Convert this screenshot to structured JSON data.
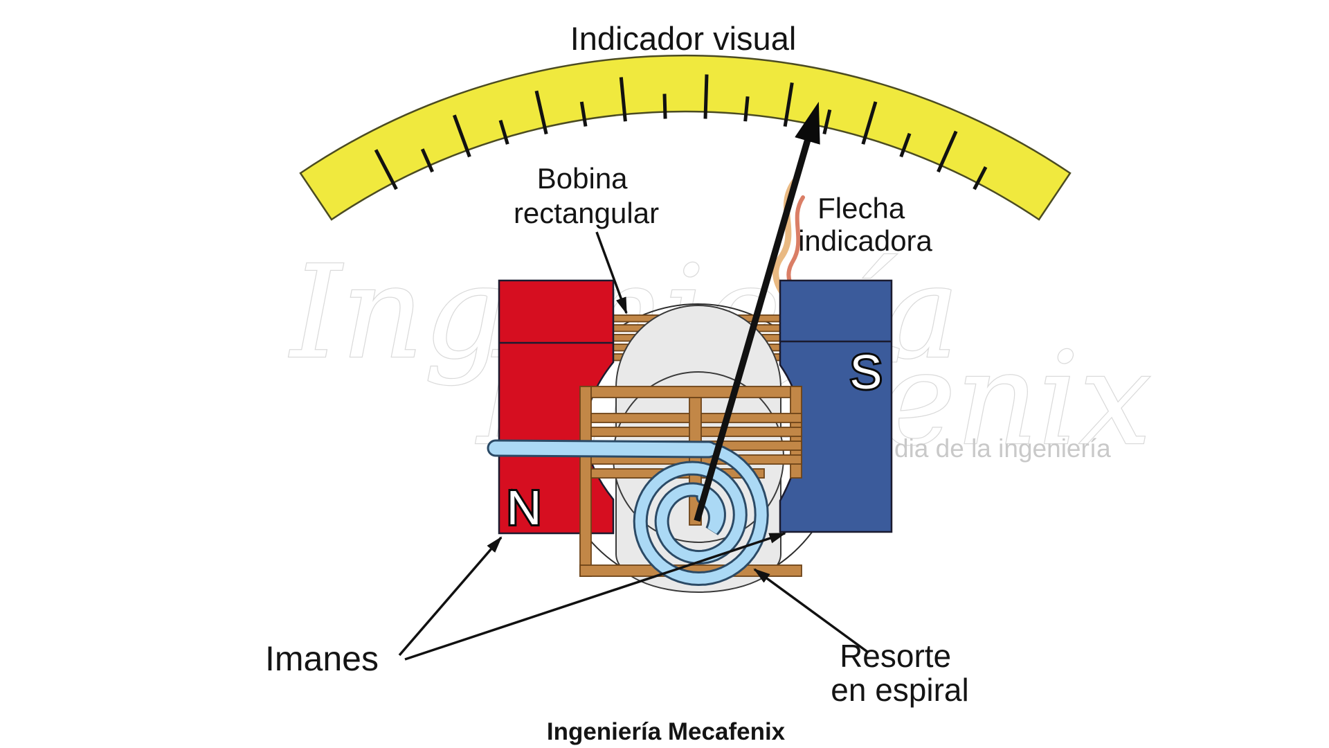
{
  "labels": {
    "title": "Indicador visual",
    "bobina_1": "Bobina",
    "bobina_2": "rectangular",
    "flecha_1": "Flecha",
    "flecha_2": "indicadora",
    "imanes": "Imanes",
    "resorte_1": "Resorte",
    "resorte_2": "en espiral",
    "north": "N",
    "south": "S",
    "brand": "Ingeniería Mecafenix"
  },
  "watermark": {
    "script_1": "Ingeniería",
    "script_2": "Mecafenix",
    "tagline": "dia de la ingeniería"
  },
  "colors": {
    "scale_yellow": "#F0E93E",
    "scale_edge": "#4b4b22",
    "magnet_red": "#D60E20",
    "magnet_blue": "#3B5B9B",
    "magnet_edge": "#1b1b2f",
    "coil_copper": "#C28747",
    "coil_edge": "#6e4418",
    "spring_blue": "#ABD9F5",
    "spring_edge": "#2b4a66",
    "drum_gray": "#E9E9E9",
    "drum_edge": "#3a3a3a",
    "ink": "#111111",
    "flame_orange": "#E2A259",
    "flame_red": "#CE5333"
  },
  "scale": {
    "tick_count": 16,
    "long_every": 2,
    "start_deg": -27.5,
    "step_deg": 3.667,
    "long_len": 64,
    "short_len": 36
  }
}
